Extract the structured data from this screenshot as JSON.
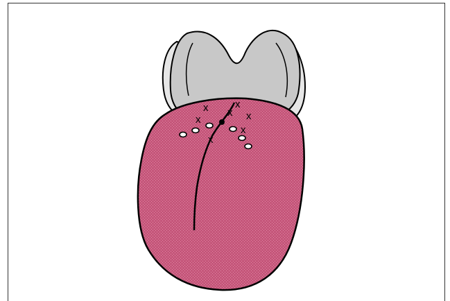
{
  "diagram": {
    "subject": "tongue-and-epiglottis",
    "colors": {
      "tongue_fill": "#c5567a",
      "tongue_stipple": "#e08aa6",
      "epiglottis_fill": "#c8c8c8",
      "epiglottis_side_fill": "#e6e6e6",
      "outline": "#000000",
      "background": "#ffffff",
      "frame": "#333333"
    },
    "markers": {
      "cross_glyph": "x",
      "circle_glyph": "o"
    }
  }
}
